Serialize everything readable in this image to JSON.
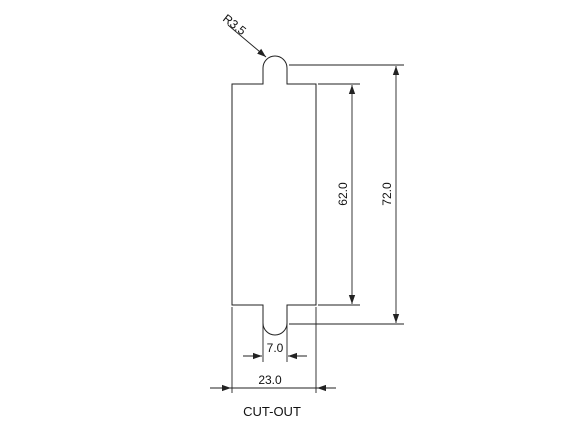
{
  "drawing": {
    "radius_label": "R3.5",
    "inner_height_label": "62.0",
    "overall_height_label": "72.0",
    "tab_width_label": "7.0",
    "overall_width_label": "23.0",
    "caption": "CUT-OUT"
  },
  "colors": {
    "line": "#222222",
    "background": "#ffffff"
  }
}
